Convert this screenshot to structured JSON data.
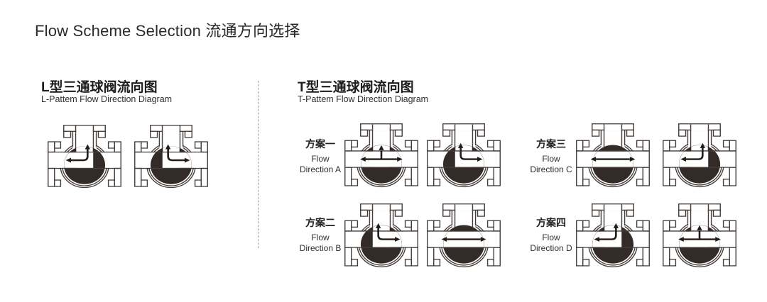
{
  "page": {
    "title": "Flow Scheme Selection 流通方向选择"
  },
  "colors": {
    "outline": "#453d39",
    "ball": "#332b27",
    "arrow": "#201d1b",
    "divider": "#9e9e9e",
    "text": "#2a2a2a"
  },
  "l_section": {
    "title_zh": "L型三通球阀流向图",
    "title_en": "L-Pattem Flow Direction Diagram",
    "valves": [
      {
        "passage": "top-left",
        "arrows": [
          "up",
          "left"
        ]
      },
      {
        "passage": "top-right",
        "arrows": [
          "up",
          "right"
        ]
      }
    ]
  },
  "t_section": {
    "title_zh": "T型三通球阀流向图",
    "title_en": "T-Pattem Flow Direction Diagram",
    "schemes": [
      {
        "label_zh": "方案一",
        "label_en_line1": "Flow",
        "label_en_line2": "Direction A",
        "valves": [
          {
            "passage": "all-ports"
          },
          {
            "passage": "top-right"
          }
        ]
      },
      {
        "label_zh": "方案二",
        "label_en_line1": "Flow",
        "label_en_line2": "Direction B",
        "valves": [
          {
            "passage": "top-right"
          },
          {
            "passage": "left-right"
          }
        ]
      },
      {
        "label_zh": "方案三",
        "label_en_line1": "Flow",
        "label_en_line2": "Direction C",
        "valves": [
          {
            "passage": "left-right"
          },
          {
            "passage": "top-left"
          }
        ]
      },
      {
        "label_zh": "方案四",
        "label_en_line1": "Flow",
        "label_en_line2": "Direction D",
        "valves": [
          {
            "passage": "top-left"
          },
          {
            "passage": "all-ports"
          }
        ]
      }
    ]
  }
}
